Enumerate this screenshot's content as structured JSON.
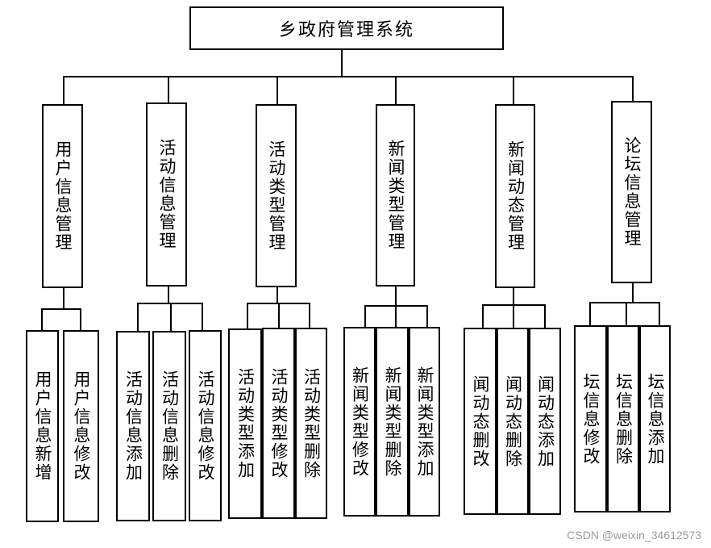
{
  "root": {
    "label": "乡政府管理系统"
  },
  "modules": [
    {
      "label": "用户信息管理",
      "children": [
        "用户信息新增",
        "用户信息修改"
      ]
    },
    {
      "label": "活动信息管理",
      "children": [
        "活动信息添加",
        "活动信息删除",
        "活动信息修改"
      ]
    },
    {
      "label": "活动类型管理",
      "children": [
        "活动类型添加",
        "活动类型修改",
        "活动类型删除"
      ]
    },
    {
      "label": "新闻类型管理",
      "children": [
        "新闻类型修改",
        "新闻类型删除",
        "新闻类型添加"
      ]
    },
    {
      "label": "新闻动态管理",
      "children": [
        "闻动态删改",
        "闻动态删除",
        "闻动态添加"
      ]
    },
    {
      "label": "论坛信息管理",
      "children": [
        "坛信息修改",
        "坛信息删除",
        "坛信息添加"
      ]
    }
  ],
  "watermark": "CSDN @weixin_34612573"
}
